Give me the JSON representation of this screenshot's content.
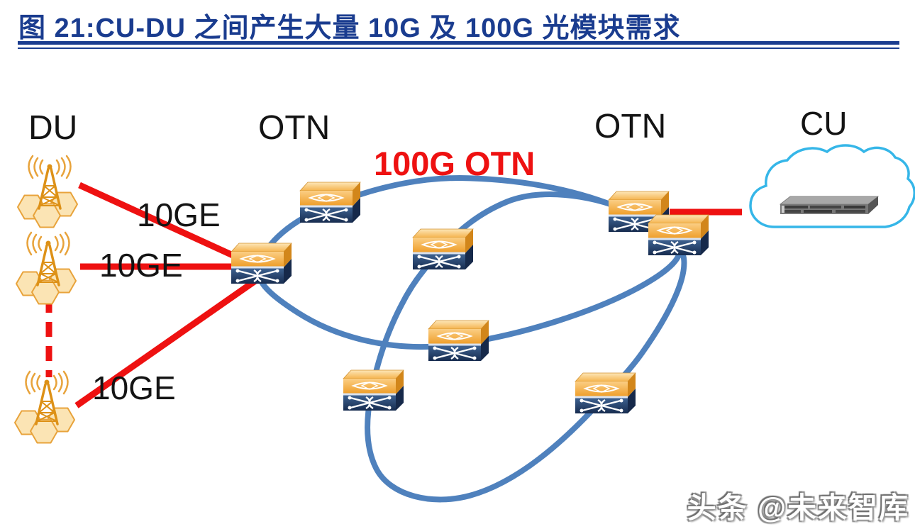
{
  "title": "图 21:CU-DU 之间产生大量 10G 及 100G 光模块需求",
  "diagram": {
    "du_label": "DU",
    "otn_left_label": "OTN",
    "otn_right_label": "OTN",
    "ring_label": "100G OTN",
    "cu_label": "CU",
    "link_labels": [
      "10GE",
      "10GE",
      "10GE"
    ],
    "icons": {
      "antenna": "du-antenna-icon",
      "otn_switch": "otn-switch-node-icon",
      "cloud": "cu-cloud-icon",
      "server": "server-icon"
    },
    "colors": {
      "title_blue": "#1a3c8f",
      "ring_blue": "#4F81BD",
      "link_red": "#EE1111",
      "node_orange": "#F0A232",
      "node_navy": "#22406E",
      "antenna_orange": "#E8A33B",
      "cloud_blue": "#35B6E8",
      "label_black": "#141414"
    }
  },
  "watermark": "头条 @未来智库"
}
